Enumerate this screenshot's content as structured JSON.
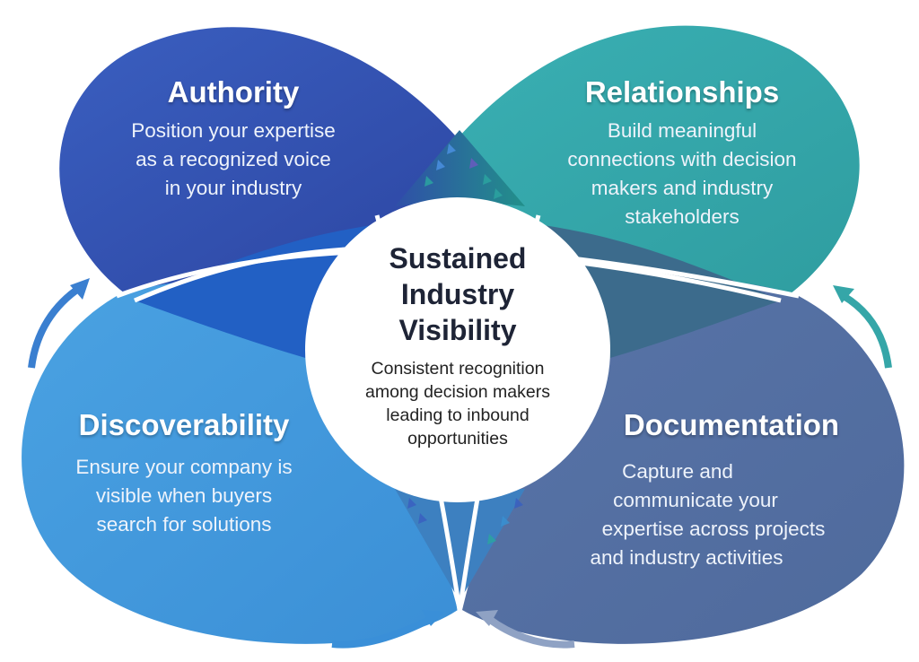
{
  "colors": {
    "authority": "#2f55b5",
    "relationships": "#35a6a8",
    "discoverability": "#4499dd",
    "documentation": "#546fa0",
    "center_text": "#1e2436"
  },
  "center": {
    "title_lines": [
      "Sustained",
      "Industry",
      "Visibility"
    ],
    "description_lines": [
      "Consistent recognition",
      "among decision makers",
      "leading to inbound",
      "opportunities"
    ]
  },
  "quadrants": {
    "authority": {
      "title": "Authority",
      "lines": [
        "Position your expertise",
        "as a recognized voice",
        "in your industry"
      ]
    },
    "relationships": {
      "title": "Relationships",
      "lines": [
        "Build meaningful",
        "connections with decision",
        "makers and industry",
        "stakeholders"
      ]
    },
    "discoverability": {
      "title": "Discoverability",
      "lines": [
        "Ensure your company is",
        "visible when buyers",
        "search for solutions"
      ]
    },
    "documentation": {
      "title": "Documentation",
      "lines": [
        "Capture and",
        "communicate your",
        "expertise across projects",
        "and industry activities"
      ]
    }
  },
  "arrows": [
    "cycle-arrow-up-left",
    "cycle-arrow-up-right",
    "cycle-arrow-bottom-left",
    "cycle-arrow-bottom-right"
  ]
}
